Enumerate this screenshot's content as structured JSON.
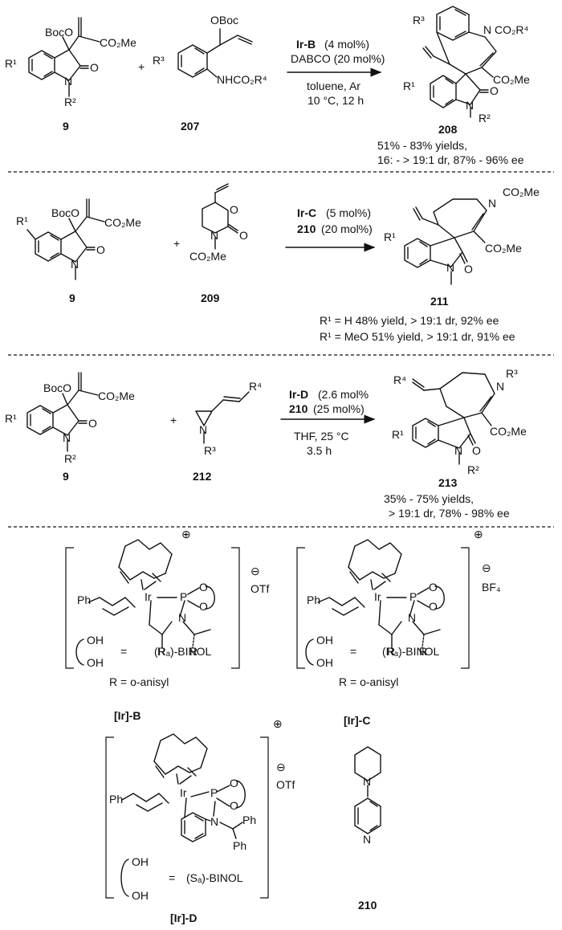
{
  "reaction1": {
    "reactant1_id": "9",
    "reactant2_id": "207",
    "product_id": "208",
    "r1": {
      "boc": "BocO",
      "ester": "CO₂Me",
      "o": "O",
      "n": "N",
      "rsub": "R¹",
      "rn": "R²"
    },
    "r2": {
      "boc": "OBoc",
      "rsub": "R³",
      "amine": "NHCO₂R⁴"
    },
    "cond": {
      "cat_name": "Ir-B",
      "cat_load": "(4 mol%)",
      "additive": "DABCO (20 mol%)",
      "solvent": "toluene, Ar",
      "temp_time": "10 °C, 12 h"
    },
    "prod": {
      "r3": "R³",
      "n": "N",
      "nsub": "CO₂R⁴",
      "ester": "CO₂Me",
      "r1": "R¹",
      "o": "O",
      "n2": "N",
      "r2": "R²"
    },
    "result_line1": "51% - 83% yields,",
    "result_line2": "16:  - > 19:1 dr, 87% - 96% ee"
  },
  "reaction2": {
    "reactant1_id": "9",
    "reactant2_id": "209",
    "product_id": "211",
    "r1": {
      "rsub": "R¹",
      "boc": "BocO",
      "ester": "CO₂Me",
      "o": "O",
      "n": "N"
    },
    "r2": {
      "o1": "O",
      "o2": "O",
      "n": "N",
      "nsub": "CO₂Me"
    },
    "cond": {
      "cat_name": "Ir-C",
      "cat_load": "(5 mol%)",
      "add_id": "210",
      "add_load": "(20 mol%)"
    },
    "prod": {
      "nsub": "CO₂Me",
      "n": "N",
      "r1": "R¹",
      "ester": "CO₂Me",
      "o": "O",
      "n2": "N"
    },
    "result_line1": "R¹ = H 48% yield, > 19:1 dr, 92% ee",
    "result_line2": "R¹ = MeO 51% yield, > 19:1 dr, 91% ee"
  },
  "reaction3": {
    "reactant1_id": "9",
    "reactant2_id": "212",
    "product_id": "213",
    "r1": {
      "boc": "BocO",
      "ester": "CO₂Me",
      "rsub": "R¹",
      "o": "O",
      "n": "N",
      "rn": "R²"
    },
    "r2": {
      "r4": "R⁴",
      "n": "N",
      "r3": "R³"
    },
    "cond": {
      "cat_name": "Ir-D",
      "cat_load": "(2.6 mol%",
      "add_id": "210",
      "add_load": "(25 mol%)",
      "solvent": "THF, 25 °C",
      "time": "3.5 h"
    },
    "prod": {
      "r4": "R⁴",
      "n": "N",
      "r3": "R³",
      "r1": "R¹",
      "ester": "CO₂Me",
      "o": "O",
      "n2": "N",
      "r2": "R²"
    },
    "result_line1": "35% - 75% yields,",
    "result_line2": "> 19:1 dr, 78% - 98% ee"
  },
  "catalysts": {
    "B": {
      "id": "[Ir]-B",
      "counterion": "OTf",
      "charge": "⊕",
      "anion_charge": "⊖",
      "ph": "Ph",
      "ir": "Ir",
      "p": "P",
      "o": "O",
      "n": "N",
      "r": "R",
      "oh": "OH",
      "eq": "=",
      "diol": "(Rₐ)-BINOL",
      "r_def": "R = o-anisyl"
    },
    "C": {
      "id": "[Ir]-C",
      "counterion": "BF₄",
      "charge": "⊕",
      "anion_charge": "⊖",
      "ph": "Ph",
      "ir": "Ir",
      "p": "P",
      "o": "O",
      "n": "N",
      "r": "R",
      "oh": "OH",
      "eq": "=",
      "diol": "(Rₐ)-BINOL",
      "r_def": "R = o-anisyl"
    },
    "D": {
      "id": "[Ir]-D",
      "counterion": "OTf",
      "charge": "⊕",
      "anion_charge": "⊖",
      "ph": "Ph",
      "ir": "Ir",
      "p": "P",
      "o": "O",
      "n": "N",
      "oh": "OH",
      "eq": "=",
      "diol": "(Sₐ)-BINOL"
    },
    "additive": {
      "id": "210",
      "n": "N"
    }
  }
}
